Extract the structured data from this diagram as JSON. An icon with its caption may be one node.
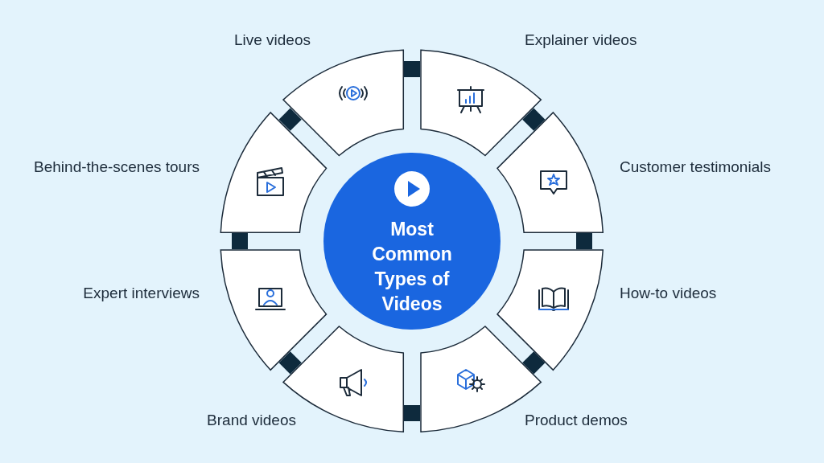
{
  "diagram": {
    "nodes": [
      {
        "text": [
          "Most Common Types of Videos"
        ]
      },
      {
        "text": [
          "Live videos"
        ]
      },
      {
        "text": [
          "Explainer videos"
        ]
      },
      {
        "text": [
          "Customer testimonials"
        ]
      },
      {
        "text": [
          "How-to videos"
        ]
      },
      {
        "text": [
          "Product demos"
        ]
      },
      {
        "text": [
          "Brand videos"
        ]
      },
      {
        "text": [
          "Expert interviews"
        ]
      },
      {
        "text": [
          "Behind-the-scenes tours"
        ]
      }
    ],
    "edges": []
  }
}
